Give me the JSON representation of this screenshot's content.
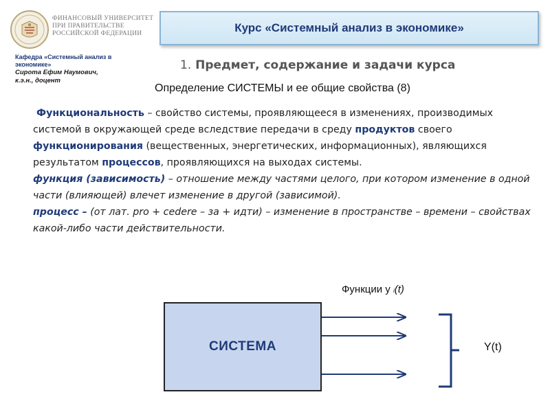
{
  "header": {
    "university_lines": [
      "ФИНАНСОВЫЙ УНИВЕРСИТЕТ",
      "ПРИ ПРАВИТЕЛЬСТВЕ",
      "РОССИЙСКОЙ ФЕДЕРАЦИИ"
    ],
    "department": "Кафедра «Системный анализ в экономике»",
    "author": "Сирота Ефим Наумович,",
    "author_degree": "к.э.н., доцент",
    "course_title": "Курс «Системный анализ в экономике»"
  },
  "section": {
    "number": "1.",
    "title": "Предмет, содержание и задачи курса",
    "subtitle": "Определение СИСТЕМЫ и ее общие свойства (8)"
  },
  "paragraph1": {
    "t1": "Функциональность",
    "t2": " – свойство системы, проявляющееся в изменениях, производимых системой в окружающей среде вследствие передачи в среду ",
    "t3": "продуктов",
    "t4": " своего ",
    "t5": "функционирования",
    "t6": " (вещественных, энергетических, информационных), являющихся  результатом ",
    "t7": "процессов",
    "t8": ", проявляющихся на выходах системы."
  },
  "paragraph2": {
    "term": "функция (зависимость)",
    "def": " – отношение между частями целого, при котором изменение в одной части (влияющей) влечет изменение в другой (зависимой)."
  },
  "paragraph3": {
    "term": "процесс –",
    "def": " (от лат. pro + cedere – за + идти) – изменение в пространстве – времени – свойствах какой-либо части действительности."
  },
  "diagram": {
    "functions_label": "Функции y",
    "functions_subscript": "i",
    "functions_arg": "(t)",
    "system_label": "СИСТЕМА",
    "output_label": "Y(t)",
    "output_arrows": 3
  }
}
